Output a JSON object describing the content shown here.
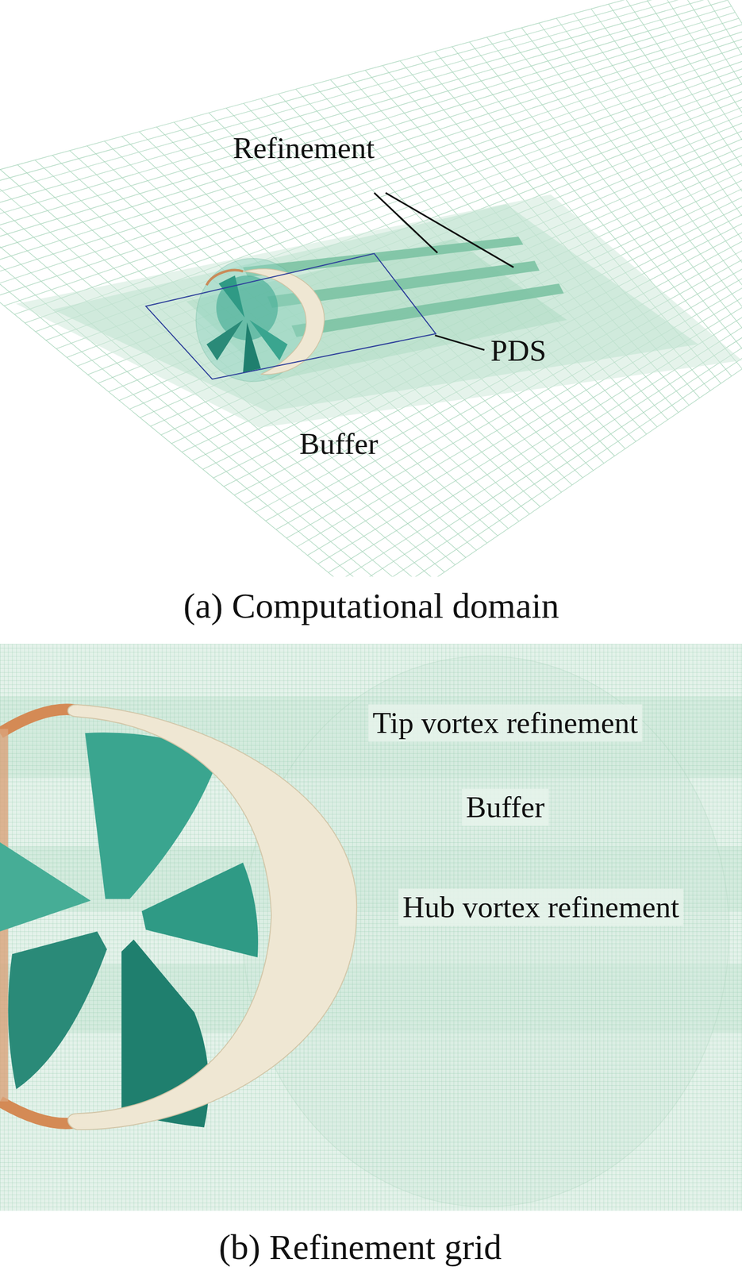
{
  "diagram": {
    "labels": [
      "Refinement",
      "PDS",
      "Buffer",
      "(a) Computational domain",
      "Tip vortex refinement",
      "Buffer",
      "Hub vortex refinement",
      "(b) Refinement grid"
    ]
  }
}
